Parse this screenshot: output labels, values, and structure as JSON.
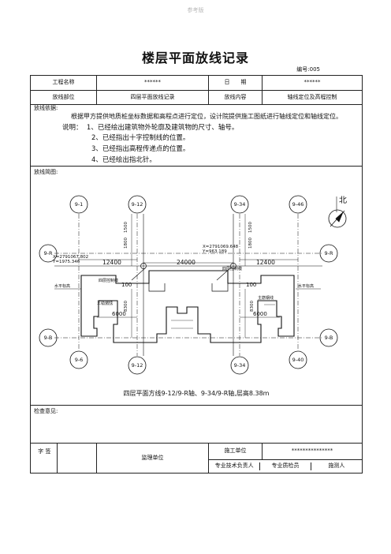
{
  "watermark": "参考版",
  "title": "楼层平面放线记录",
  "code": "编号:005",
  "row1": {
    "project_label": "工程名称",
    "project_value": "******",
    "date_label": "日　　期",
    "date_value": "******"
  },
  "row2": {
    "part_label": "放线部位",
    "part_value": "四层平面放线记录",
    "content_label": "放线内容",
    "content_value": "轴线定位及高程控制"
  },
  "basis": {
    "label": "放线依据:",
    "text": "根据甲方提供地质桩坐标数据和高程点进行定位，设计院提供施工图纸进行轴线定位和轴线定位。",
    "notes_label": "说明：",
    "notes": [
      "1、已经绘出建筑物外轮廓及建筑物的尺寸、轴号。",
      "2、已经指出十字控制线的位置。",
      "3、已经指出高程传递点的位置。",
      "4、已经绘出指北针。"
    ]
  },
  "sketch": {
    "label": "放线简图:",
    "north_label": "北",
    "axes_top": [
      "9-1",
      "9-12",
      "9-34",
      "9-46"
    ],
    "axes_bottom": [
      "9-6",
      "9-12",
      "9-34",
      "9-40"
    ],
    "axes_side": [
      "9-R",
      "9-R",
      "9-B",
      "9-B"
    ],
    "coord_left_x": "X=2791067.802",
    "coord_left_y": "Y=1975.346",
    "coord_right_x": "X=2791069.648",
    "coord_right_y": "Y=963.189",
    "dim_12400_left": "12400",
    "dim_24000": "24000",
    "dim_12400_right": "12400",
    "dim_1500_a": "1500",
    "dim_1800_a": "1800",
    "dim_1500_b": "1500",
    "dim_1800_b": "1800",
    "dim_100_a": "100",
    "dim_100_b": "100",
    "dim_8300_a": "8300",
    "dim_8300_b": "8300",
    "dim_6000_a": "6000",
    "dim_6000_b": "6000",
    "lbl_control_left": "四层控制线",
    "lbl_control_right": "四层控制线",
    "lbl_level_left": "水平标高",
    "lbl_level_right": "水平标高",
    "lbl_steel_left": "主筋钢线",
    "lbl_steel_right": "主筋钢线",
    "caption": "四层平面方线9-12/9-R轴、9-34/9-R轴,层高8.38m"
  },
  "check": {
    "label": "检查意见:"
  },
  "sign": {
    "sign_label": "签字",
    "supervisor": "监理单位",
    "contractor": "施工单位",
    "contractor_value": "***************",
    "tech_lead": "专业技术负责人",
    "quality": "专业质检员",
    "surveyor": "施测人"
  }
}
